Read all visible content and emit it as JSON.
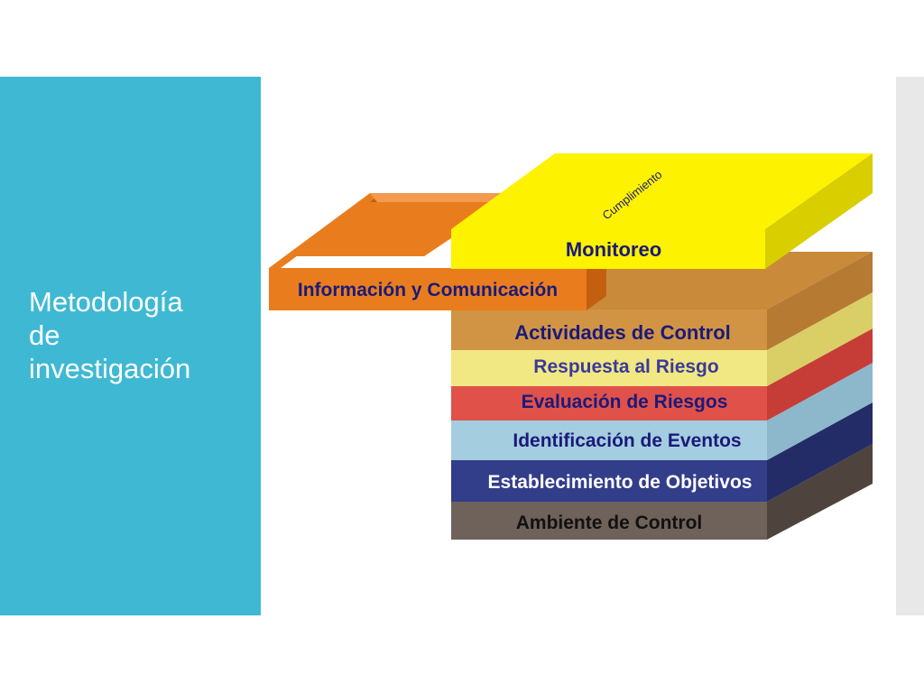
{
  "slide": {
    "title": "Metodología\nde\ninvestigación"
  },
  "diagram": {
    "layers": [
      {
        "label": "Monitoreo",
        "color": "#fdf200"
      },
      {
        "label": "Información y Comunicación",
        "color": "#e97d1e"
      },
      {
        "label": "Actividades de Control",
        "color": "#d19444"
      },
      {
        "label": "Respuesta al Riesgo",
        "color": "#f1e883"
      },
      {
        "label": "Evaluación de Riesgos",
        "color": "#e0514a"
      },
      {
        "label": "Identificación de Eventos",
        "color": "#a5cde0"
      },
      {
        "label": "Establecimiento de Objetivos",
        "color": "#323e8a"
      },
      {
        "label": "Ambiente de Control",
        "color": "#6f625a"
      }
    ],
    "top_face_label": "Cumplimiento"
  },
  "colors": {
    "panel": "#3fb9d3",
    "strip": "#e8e8e8",
    "label_text": "#1a1a7a"
  }
}
